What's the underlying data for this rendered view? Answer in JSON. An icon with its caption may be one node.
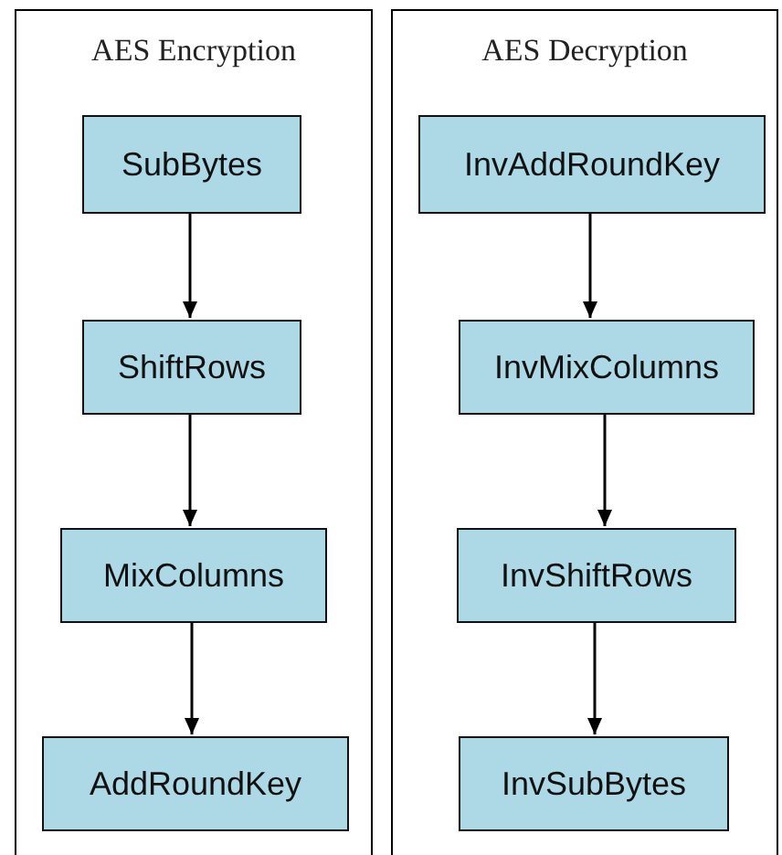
{
  "diagram": {
    "nodes": [
      {
        "text": [
          "AES Encryption"
        ]
      },
      {
        "text": [
          "SubBytes"
        ],
        "in": 0
      },
      {
        "text": [
          "ShiftRows"
        ],
        "in": 0
      },
      {
        "text": [
          "MixColumns"
        ],
        "in": 0
      },
      {
        "text": [
          "AddRoundKey"
        ],
        "in": 0
      },
      {
        "text": [
          "AES Decryption"
        ]
      },
      {
        "text": [
          "InvAddRoundKey"
        ],
        "in": 5
      },
      {
        "text": [
          "InvMixColumns"
        ],
        "in": 5
      },
      {
        "text": [
          "InvShiftRows"
        ],
        "in": 5
      },
      {
        "text": [
          "InvSubBytes"
        ],
        "in": 5
      }
    ],
    "edges": [
      {
        "from": 1,
        "to": 2,
        "arrow": "to"
      },
      {
        "from": 2,
        "to": 3,
        "arrow": "to"
      },
      {
        "from": 3,
        "to": 4,
        "arrow": "to"
      },
      {
        "from": 6,
        "to": 7,
        "arrow": "to"
      },
      {
        "from": 7,
        "to": 8,
        "arrow": "to"
      },
      {
        "from": 8,
        "to": 9,
        "arrow": "to"
      }
    ]
  }
}
